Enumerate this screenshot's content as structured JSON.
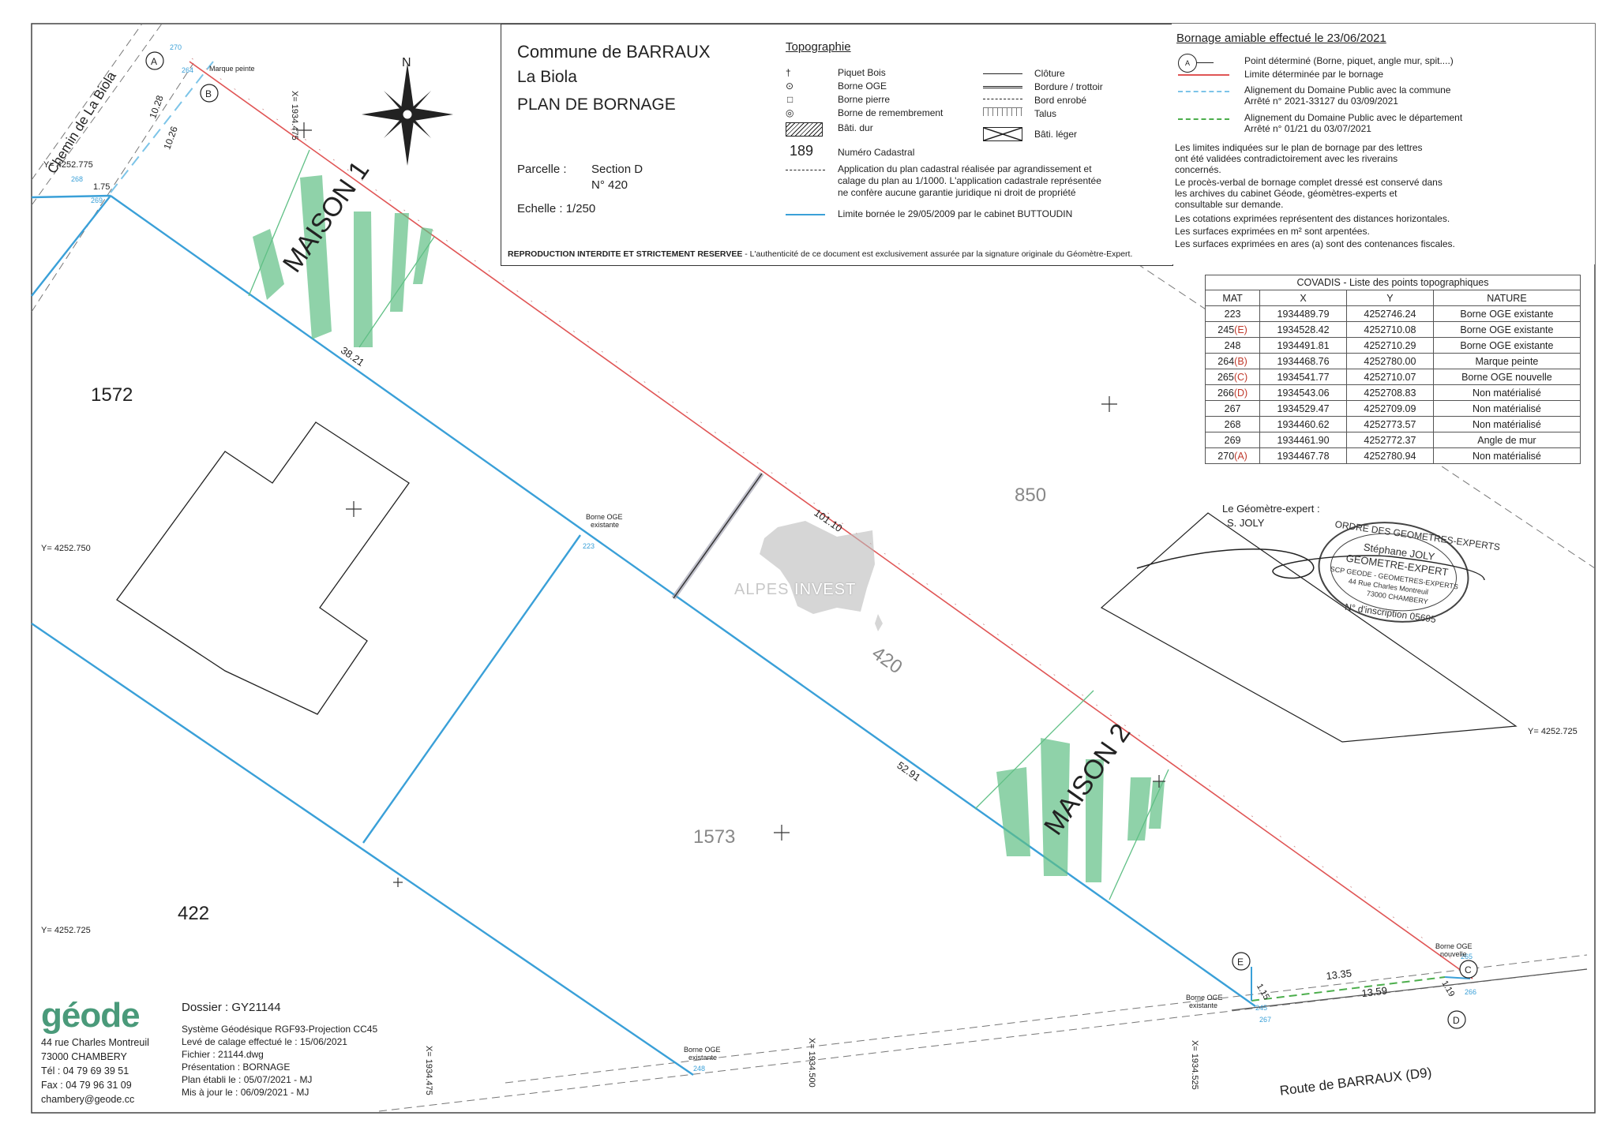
{
  "header": {
    "commune": "Commune de BARRAUX",
    "lieu": "La Biola",
    "type": "PLAN DE BORNAGE",
    "parcelle_label": "Parcelle :",
    "section": "Section D",
    "numero": "N° 420",
    "echelle": "Echelle : 1/250",
    "repro_bold": "REPRODUCTION INTERDITE ET STRICTEMENT RESERVEE",
    "repro_normal": " - L'authenticité de ce document est exclusivement assurée par la signature originale du Géomètre-Expert."
  },
  "topographie": {
    "title": "Topographie",
    "items_left": [
      "Piquet Bois",
      "Borne OGE",
      "Borne pierre",
      "Borne de remembrement",
      "Bâti. dur"
    ],
    "items_right": [
      "Clôture",
      "Bordure / trottoir",
      "Bord enrobé",
      "Talus",
      "Bâti. léger"
    ],
    "cadastral_num": "189",
    "cadastral_label": "Numéro Cadastral",
    "application_lines": [
      "Application du plan cadastral réalisée par agrandissement et",
      "calage du plan au 1/1000. L'application cadastrale représentée",
      "ne confère aucune garantie juridique ni droit de propriété"
    ],
    "limite_bornee": "Limite bornée le 29/05/2009 par le cabinet BUTTOUDIN"
  },
  "bornage": {
    "title": "Bornage amiable effectué le 23/06/2021",
    "point_symbol": "A",
    "point_label": "Point déterminé (Borne, piquet, angle mur, spit....)",
    "limite_label": "Limite déterminée par le bornage",
    "alignement_commune": [
      "Alignement du Domaine Public avec la commune",
      "Arrêté n° 2021-33127 du 03/09/2021"
    ],
    "alignement_dept": [
      "Alignement du Domaine Public avec le département",
      "Arrêté n° 01/21 du 03/07/2021"
    ],
    "notes": [
      "Les limites indiquées sur le plan de bornage par des lettres",
      "ont été validées contradictoirement avec les riverains",
      "concernés.",
      "Le procès-verbal de bornage complet dressé est conservé dans",
      "les archives du cabinet Géode, géomètres-experts et",
      "consultable sur demande.",
      "Les cotations exprimées représentent des distances horizontales.",
      "Les surfaces exprimées en m² sont arpentées.",
      "Les surfaces exprimées en ares (a) sont des contenances fiscales."
    ]
  },
  "covadis": {
    "caption": "COVADIS - Liste des points topographiques",
    "headers": [
      "MAT",
      "X",
      "Y",
      "NATURE"
    ],
    "rows": [
      {
        "mat": "223",
        "suf": "",
        "x": "1934489.79",
        "y": "4252746.24",
        "nature": "Borne OGE existante"
      },
      {
        "mat": "245",
        "suf": "(E)",
        "x": "1934528.42",
        "y": "4252710.08",
        "nature": "Borne OGE existante"
      },
      {
        "mat": "248",
        "suf": "",
        "x": "1934491.81",
        "y": "4252710.29",
        "nature": "Borne OGE existante"
      },
      {
        "mat": "264",
        "suf": "(B)",
        "x": "1934468.76",
        "y": "4252780.00",
        "nature": "Marque peinte"
      },
      {
        "mat": "265",
        "suf": "(C)",
        "x": "1934541.77",
        "y": "4252710.07",
        "nature": "Borne OGE nouvelle"
      },
      {
        "mat": "266",
        "suf": "(D)",
        "x": "1934543.06",
        "y": "4252708.83",
        "nature": "Non matérialisé"
      },
      {
        "mat": "267",
        "suf": "",
        "x": "1934529.47",
        "y": "4252709.09",
        "nature": "Non matérialisé"
      },
      {
        "mat": "268",
        "suf": "",
        "x": "1934460.62",
        "y": "4252773.57",
        "nature": "Non matérialisé"
      },
      {
        "mat": "269",
        "suf": "",
        "x": "1934461.90",
        "y": "4252772.37",
        "nature": "Angle de mur"
      },
      {
        "mat": "270",
        "suf": "(A)",
        "x": "1934467.78",
        "y": "4252780.94",
        "nature": "Non matérialisé"
      }
    ]
  },
  "geometre": {
    "label": "Le Géomètre-expert :",
    "name": "S. JOLY",
    "stamp_lines": [
      "ORDRE DES GEOMETRES-EXPERTS",
      "Stéphane JOLY",
      "GEOMETRE-EXPERT",
      "SCP GEODE - GEOMETRES-EXPERTS",
      "44 Rue Charles Montreuil",
      "73000 CHAMBERY",
      "N° d'inscription 05695"
    ]
  },
  "map": {
    "road_chemin": "Chemin de La Biola",
    "road_route": "Route de BARRAUX (D9)",
    "north": "N",
    "parcels": [
      "1572",
      "850",
      "420",
      "1573",
      "422"
    ],
    "maison_1": "MAISON 1",
    "maison_2": "MAISON 2",
    "dimensions": [
      "38.21",
      "101.10",
      "52.91",
      "13.35",
      "13.59",
      "10.28",
      "10.26",
      "1.75",
      "1.15",
      "1.19"
    ],
    "coords": {
      "x_1934475_top": "X= 1934.475",
      "x_1934475_bottom": "X= 1934.475",
      "x_1934500": "X= 1934.500",
      "x_1934525": "X= 1934.525",
      "y_4252775": "Y= 4252.775",
      "y_4252750": "Y= 4252.750",
      "y_4252725_left": "Y= 4252.725",
      "y_4252725_right": "Y= 4252.725"
    },
    "point_letters": [
      "A",
      "B",
      "C",
      "D",
      "E"
    ],
    "point_nums": [
      "270",
      "264",
      "265",
      "266",
      "245",
      "268",
      "269",
      "267",
      "248",
      "223"
    ],
    "marque_peinte": "Marque peinte",
    "borne_oge_existante": [
      "Borne OGE",
      "existante"
    ],
    "borne_oge_nouvelle": [
      "Borne OGE",
      "nouvelle"
    ]
  },
  "footer": {
    "logo": "géode",
    "address": [
      "44 rue Charles Montreuil",
      "73000  CHAMBERY",
      "Tél : 04 79 69 39 51",
      "Fax : 04 79 96 31 09",
      "chambery@geode.cc"
    ],
    "dossier": "Dossier : GY21144",
    "info": [
      "Système Géodésique RGF93-Projection CC45",
      "Levé de calage effectué le : 15/06/2021",
      "Fichier : 21144.dwg",
      "Présentation : BORNAGE",
      "Plan établi le : 05/07/2021 - MJ",
      "Mis à jour le :  06/09/2021 - MJ"
    ]
  },
  "watermark": {
    "left": "ALPES",
    "right": "INVEST"
  },
  "colors": {
    "limit_red": "#e05555",
    "parcel_blue": "#3aa0d8",
    "dashed_blue": "#7cc4e8",
    "dashed_green": "#4cae4c",
    "maison_green": "#5fbf85"
  }
}
